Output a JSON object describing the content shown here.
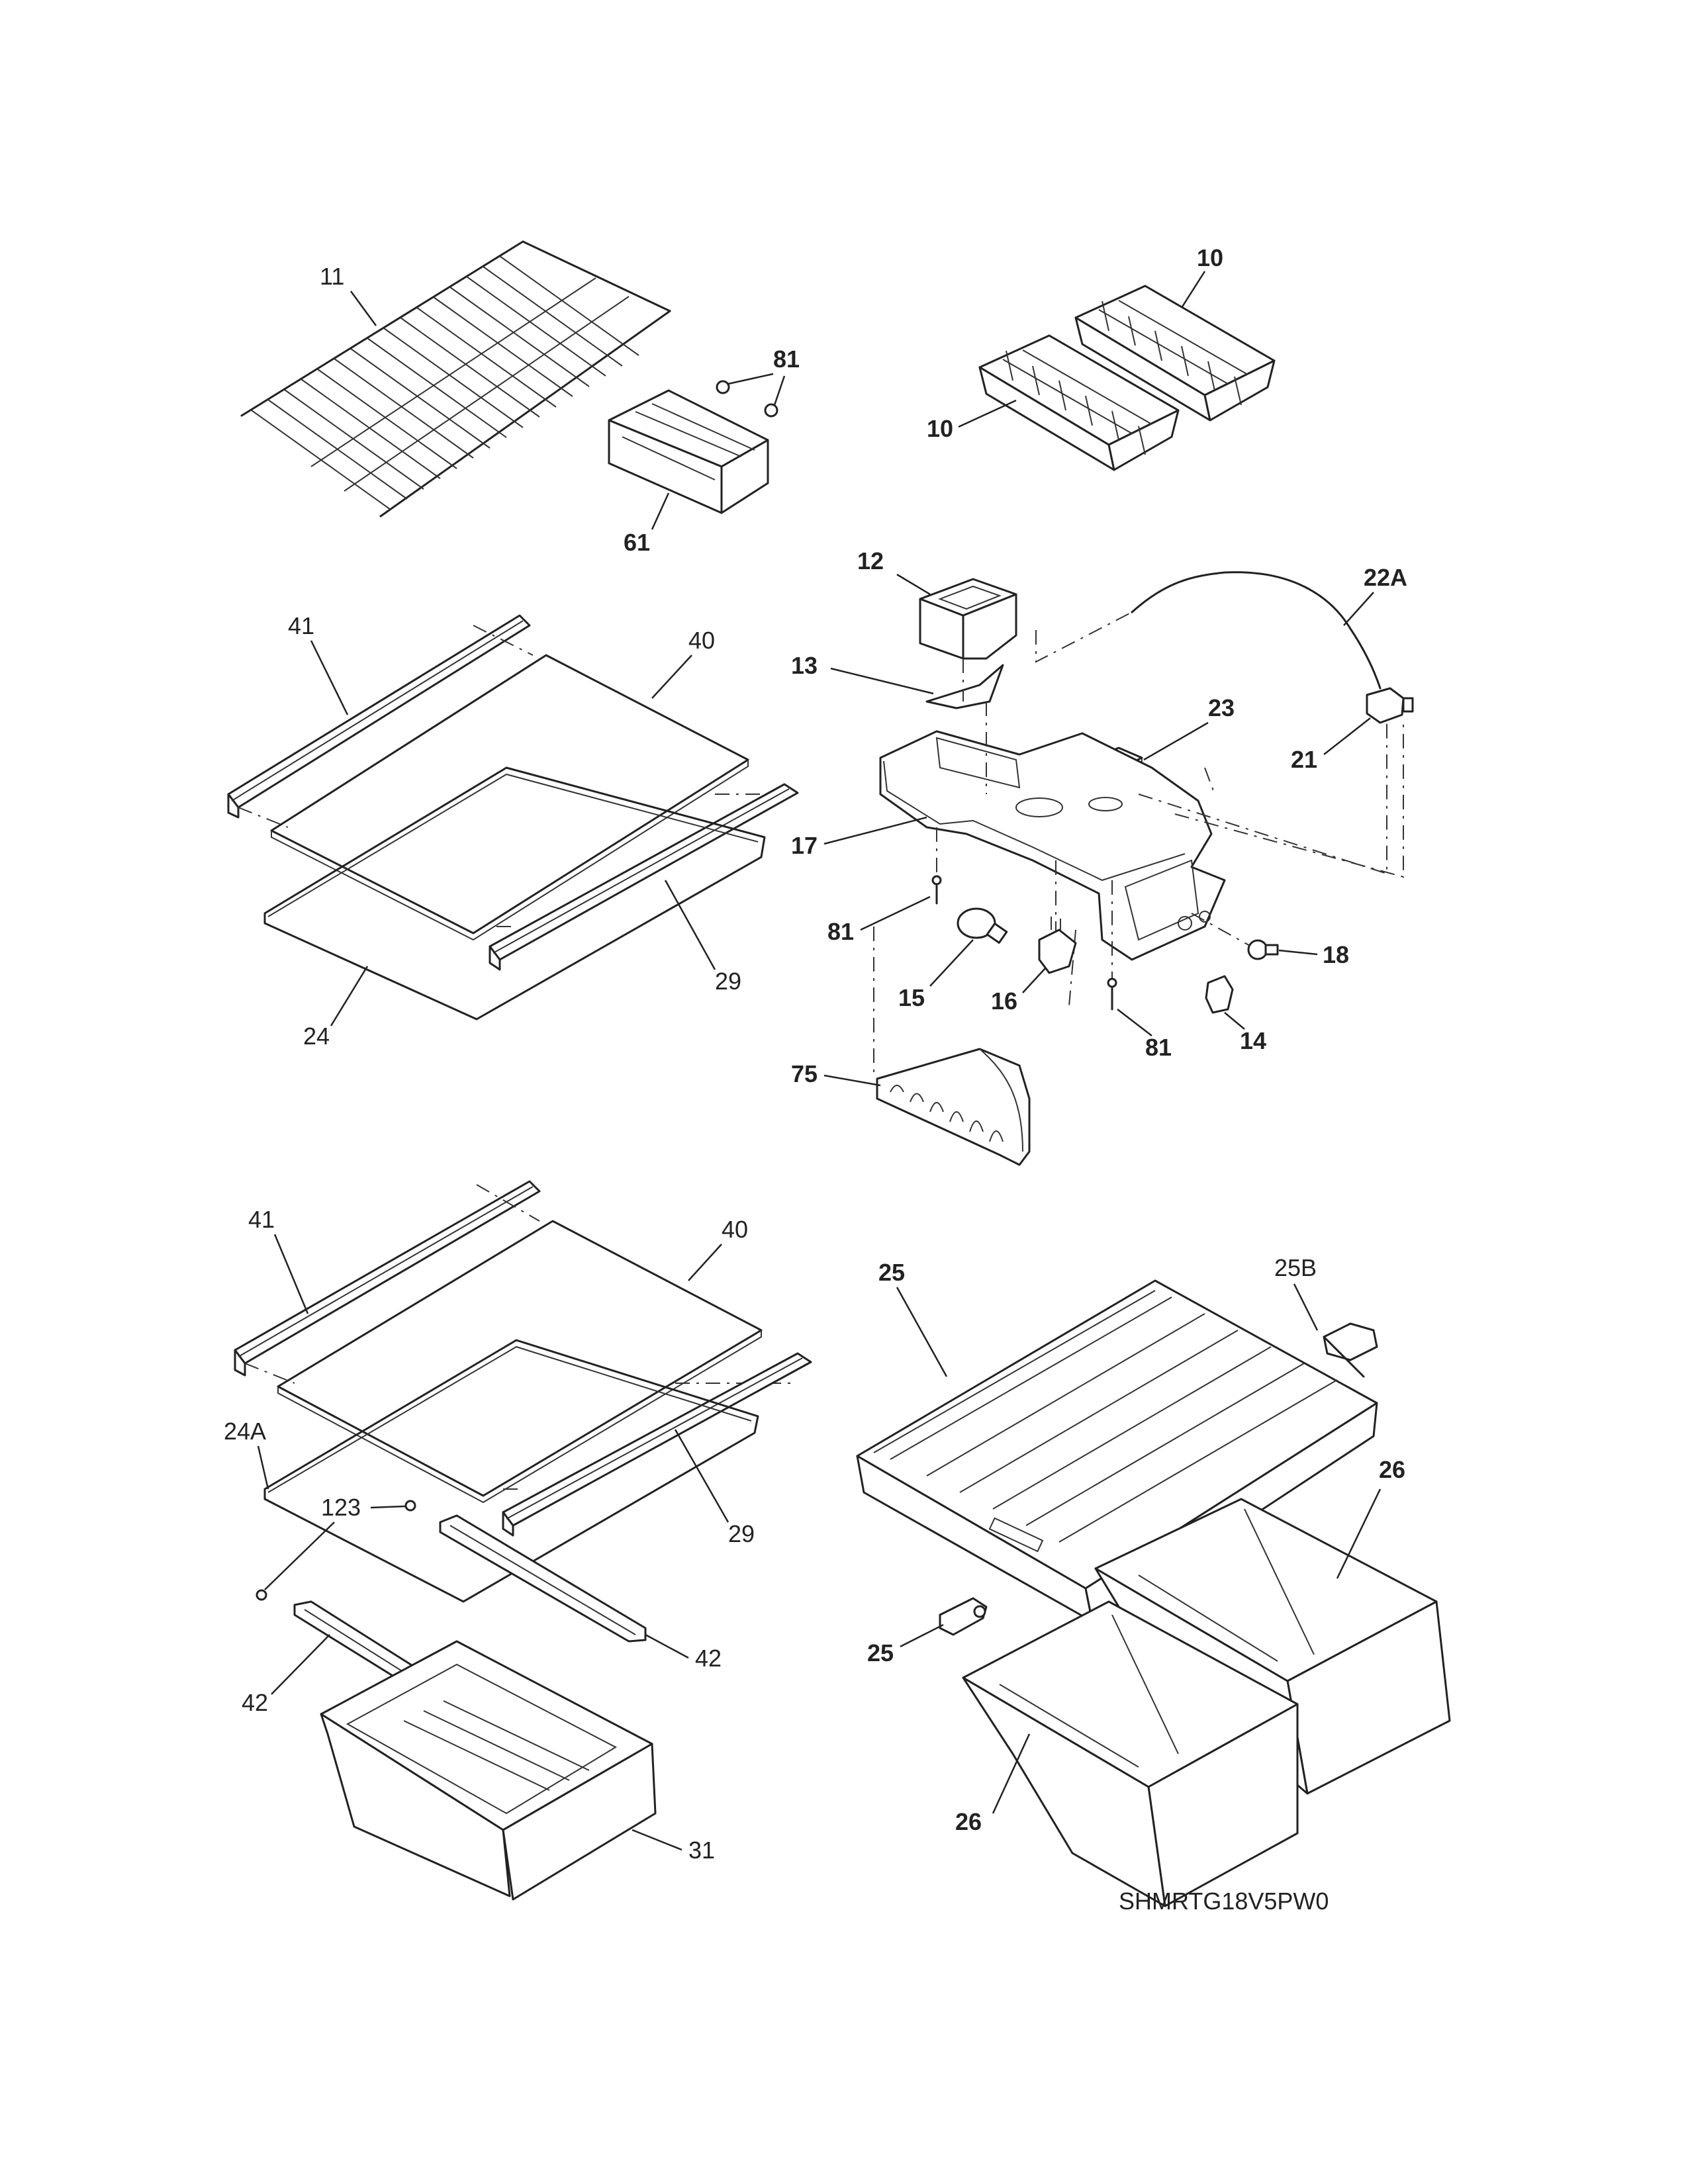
{
  "labels": {
    "l10a": "10",
    "l10b": "10",
    "l11": "11",
    "l81a": "81",
    "l61": "61",
    "l12": "12",
    "l22a": "22A",
    "l13": "13",
    "l23": "23",
    "l21": "21",
    "l17": "17",
    "l81b": "81",
    "l18": "18",
    "l15": "15",
    "l16": "16",
    "l14": "14",
    "l81c": "81",
    "l75": "75",
    "l41a": "41",
    "l40a": "40",
    "l29a": "29",
    "l24": "24",
    "l41b": "41",
    "l40b": "40",
    "l24a": "24A",
    "l123": "123",
    "l29b": "29",
    "l42a": "42",
    "l42b": "42",
    "l31": "31",
    "l25a": "25",
    "l25b": "25B",
    "l26a": "26",
    "l25c": "25",
    "l26b": "26"
  },
  "model_code": "SHMRTG18V5PW0"
}
